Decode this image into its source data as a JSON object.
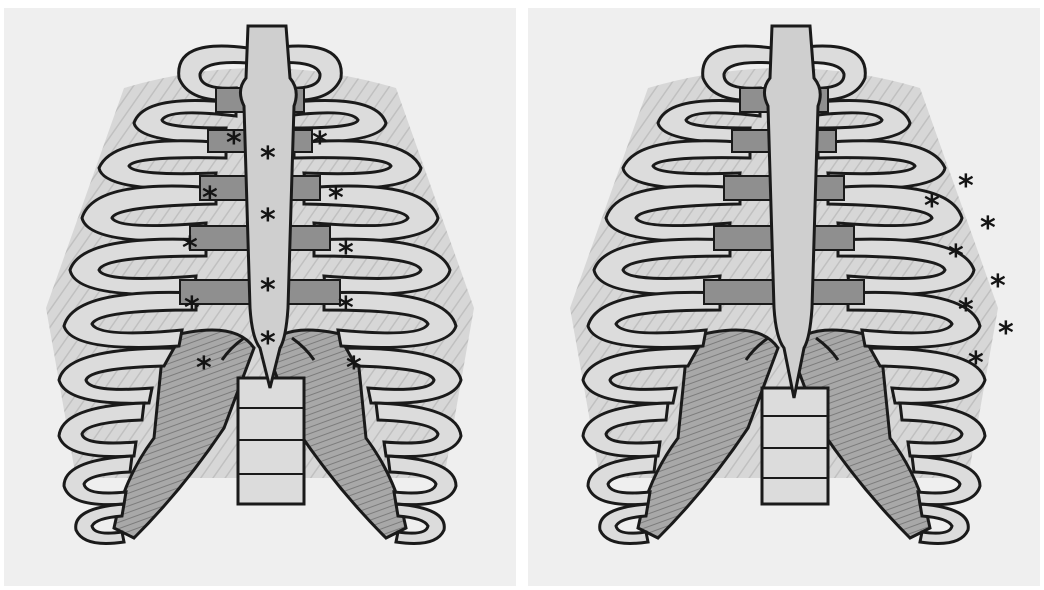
{
  "figure": {
    "panels": [
      {
        "id": "left",
        "marker_symbol": "*",
        "marker_location": "sternocostal-junctions",
        "marker_count": 14
      },
      {
        "id": "right",
        "marker_symbol": "*",
        "marker_location": "lateral-costal-margin",
        "marker_count": 8
      }
    ],
    "colors": {
      "background": "#efefef",
      "rib": "#d9d9d9",
      "rib_outline": "#1a1a1a",
      "cartilage": "#8f8f8f",
      "intercostal": "#bdbdbd",
      "costal_cartilage_mass": "#9e9e9e",
      "marker": "#141414"
    }
  }
}
